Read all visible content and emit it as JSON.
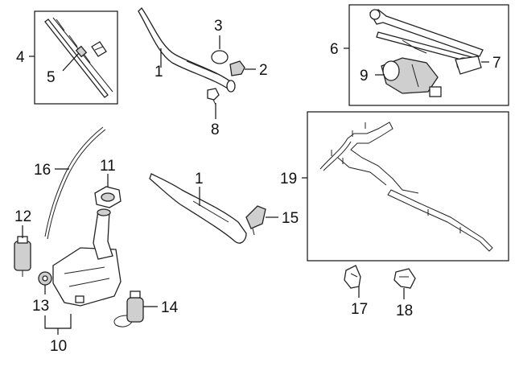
{
  "callouts": {
    "c1a": "1",
    "c1b": "1",
    "c2": "2",
    "c3": "3",
    "c4": "4",
    "c5": "5",
    "c6": "6",
    "c7": "7",
    "c8": "8",
    "c9": "9",
    "c10": "10",
    "c11": "11",
    "c12": "12",
    "c13": "13",
    "c14": "14",
    "c15": "15",
    "c16": "16",
    "c17": "17",
    "c18": "18",
    "c19": "19"
  },
  "colors": {
    "line": "#111111",
    "background": "#ffffff"
  }
}
